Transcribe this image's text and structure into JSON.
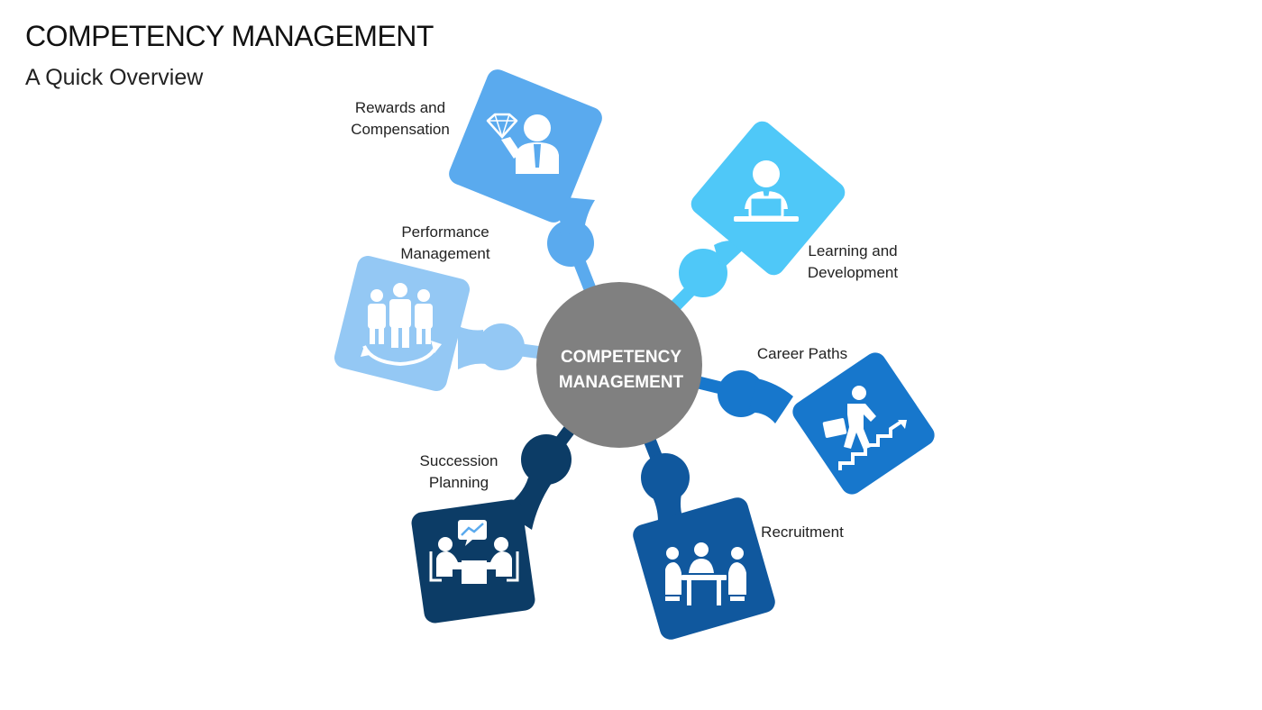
{
  "slide": {
    "title": "COMPETENCY MANAGEMENT",
    "subtitle": "A Quick Overview"
  },
  "hub": {
    "line1": "COMPETENCY",
    "line2": "MANAGEMENT",
    "color": "#808080"
  },
  "segments": [
    {
      "key": "rewards",
      "line1": "Rewards and",
      "line2": "Compensation",
      "color": "#5aaaee",
      "icon": "diamond-presenter-icon"
    },
    {
      "key": "learning",
      "line1": "Learning and",
      "line2": "Development",
      "color": "#4fc8f8",
      "icon": "laptop-learner-icon"
    },
    {
      "key": "career",
      "line1": "Career Paths",
      "line2": "",
      "color": "#1777cc",
      "icon": "stairs-climber-icon"
    },
    {
      "key": "recruitment",
      "line1": "Recruitment",
      "line2": "",
      "color": "#10589e",
      "icon": "interview-table-icon"
    },
    {
      "key": "succession",
      "line1": "Succession",
      "line2": "Planning",
      "color": "#0c3c66",
      "icon": "meeting-chart-icon"
    },
    {
      "key": "performance",
      "line1": "Performance",
      "line2": "Management",
      "color": "#94c8f4",
      "icon": "team-cycle-icon"
    }
  ]
}
